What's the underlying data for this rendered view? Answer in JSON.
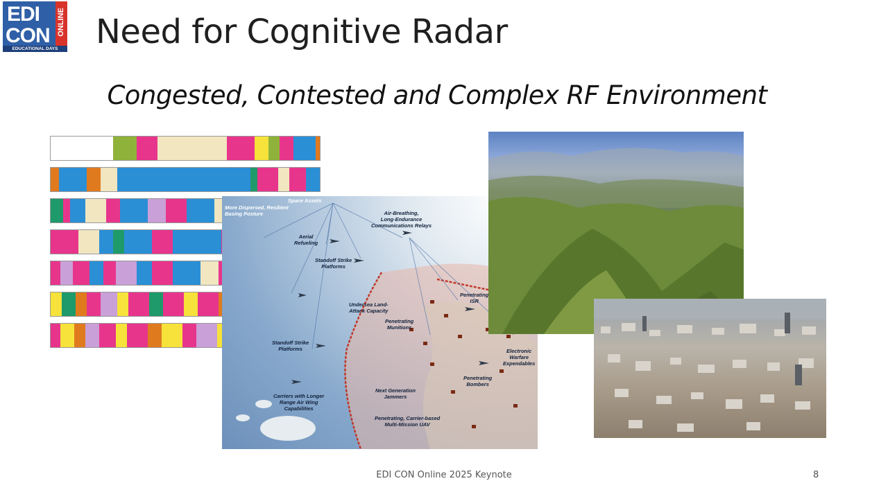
{
  "logo": {
    "line1": "EDI",
    "line2": "CON",
    "side": "ONLINE",
    "bottom": "EDUCATIONAL DAYS"
  },
  "slide": {
    "title": "Need for Cognitive Radar",
    "subtitle": "Congested, Contested and Complex RF Environment"
  },
  "map_labels": {
    "space_assets": "Space Assets",
    "dispersed": "More Dispersed, Resilient\nBasing Posture",
    "air_breathing": "Air-Breathing,\nLong-Endurance\nCommunications Relays",
    "aerial_refueling": "Aerial\nRefueling",
    "standoff_strike_1": "Standoff Strike\nPlatforms",
    "undersea": "Undersea Land-\nAttack Capacity",
    "penetrating_munitions": "Penetrating\nMunitions",
    "penetrating_isr": "Penetrating\nISR",
    "standoff_strike_2": "Standoff Strike\nPlatforms",
    "electronic_warfare": "Electronic\nWarfare\nExpendables",
    "penetrating_bombers": "Penetrating\nBombers",
    "next_gen_jammers": "Next Generation\nJammers",
    "carriers": "Carriers with Longer\nRange Air Wing\nCapabilities",
    "carrier_uav": "Penetrating, Carrier-based\nMulti-Mission UAV"
  },
  "colors": {
    "spectrum": [
      "#ffffff",
      "#8fb33a",
      "#e8358c",
      "#f1e6c0",
      "#2b8fd6",
      "#e07a1f",
      "#1f9a6a",
      "#f6e23a",
      "#c9a0d8",
      "#3b4fa8"
    ]
  },
  "footer": {
    "text": "EDI CON Online 2025 Keynote",
    "page": "8"
  }
}
